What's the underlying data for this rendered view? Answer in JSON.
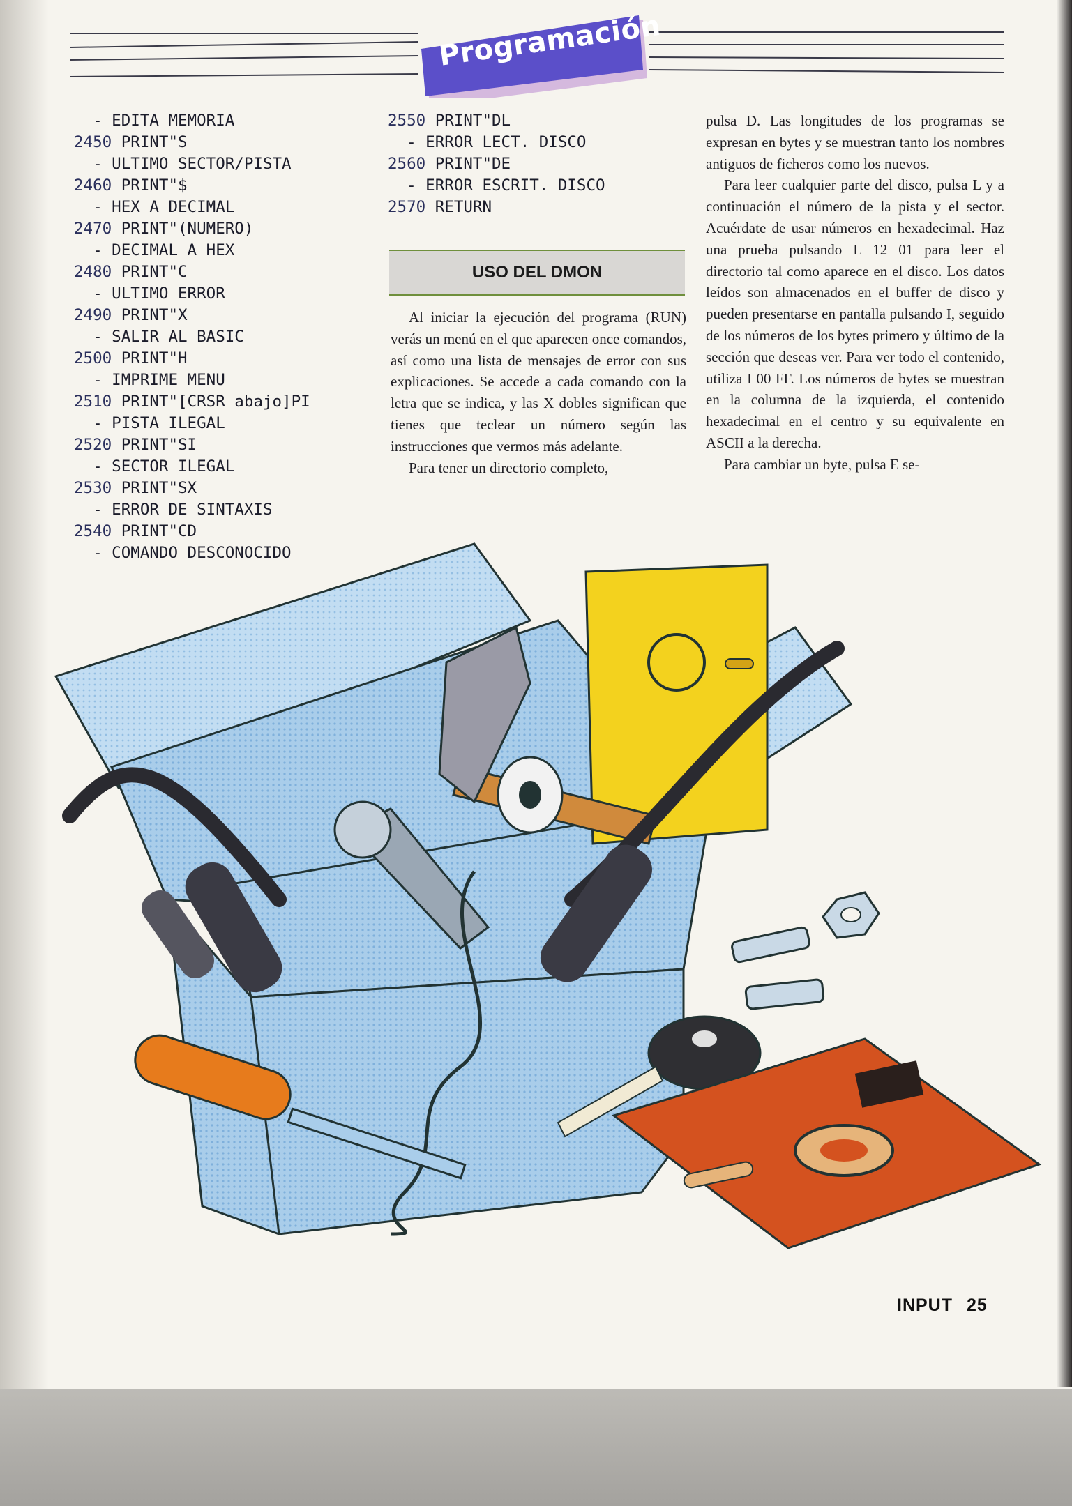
{
  "header": {
    "section_title": "Programación"
  },
  "code_col1": [
    {
      "num": "",
      "text": "  - EDITA MEMORIA"
    },
    {
      "num": "2450",
      "text": " PRINT\"S"
    },
    {
      "num": "",
      "text": "  - ULTIMO SECTOR/PISTA"
    },
    {
      "num": "2460",
      "text": " PRINT\"$"
    },
    {
      "num": "",
      "text": "  - HEX A DECIMAL"
    },
    {
      "num": "2470",
      "text": " PRINT\"(NUMERO)"
    },
    {
      "num": "",
      "text": "  - DECIMAL A HEX"
    },
    {
      "num": "2480",
      "text": " PRINT\"C"
    },
    {
      "num": "",
      "text": "  - ULTIMO ERROR"
    },
    {
      "num": "2490",
      "text": " PRINT\"X"
    },
    {
      "num": "",
      "text": "  - SALIR AL BASIC"
    },
    {
      "num": "2500",
      "text": " PRINT\"H"
    },
    {
      "num": "",
      "text": "  - IMPRIME MENU"
    },
    {
      "num": "2510",
      "text": " PRINT\"[CRSR abajo]PI"
    },
    {
      "num": "",
      "text": "  - PISTA ILEGAL"
    },
    {
      "num": "2520",
      "text": " PRINT\"SI"
    },
    {
      "num": "",
      "text": "  - SECTOR ILEGAL"
    },
    {
      "num": "2530",
      "text": " PRINT\"SX"
    },
    {
      "num": "",
      "text": "  - ERROR DE SINTAXIS"
    },
    {
      "num": "2540",
      "text": " PRINT\"CD"
    },
    {
      "num": "",
      "text": "  - COMANDO DESCONOCIDO"
    }
  ],
  "code_col2": [
    {
      "num": "2550",
      "text": " PRINT\"DL"
    },
    {
      "num": "",
      "text": "  - ERROR LECT. DISCO"
    },
    {
      "num": "2560",
      "text": " PRINT\"DE"
    },
    {
      "num": "",
      "text": "  - ERROR ESCRIT. DISCO"
    },
    {
      "num": "2570",
      "text": " RETURN"
    }
  ],
  "section": {
    "title": "USO DEL DMON"
  },
  "middle_text": [
    "Al iniciar la ejecución del programa (RUN) verás un menú en el que aparecen once comandos, así como una lista de mensajes de error con sus explicaciones. Se accede a cada comando con la letra que se indica, y las X dobles significan que tienes que teclear un número según las instrucciones que vermos más adelante.",
    "Para tener un directorio completo,"
  ],
  "right_text": [
    "pulsa D. Las longitudes de los programas se expresan en bytes y se muestran tanto los nombres antiguos de ficheros como los nuevos.",
    "Para leer cualquier parte del disco, pulsa L y a continuación el número de la pista y el sector. Acuérdate de usar números en hexadecimal. Haz una prueba pulsando L 12 01 para leer el directorio tal como aparece en el disco. Los datos leídos son almacenados en el buffer de disco y pueden presentarse en pantalla pulsando I, seguido de los números de los bytes primero y último de la sección que deseas ver. Para ver todo el contenido, utiliza I 00 FF. Los números de bytes se muestran en la columna de la izquierda, el contenido hexadecimal en el centro y su equivalente en ASCII a la derecha.",
    "Para cambiar un byte, pulsa E se-"
  ],
  "footer": {
    "magazine": "INPUT",
    "page": "25"
  },
  "colors": {
    "banner": "#5b4fc9",
    "toolbox": "#a9cdea",
    "disk_orange": "#d4521f",
    "disk_yellow": "#f3d21e",
    "screwdriver": "#e77b1c"
  }
}
